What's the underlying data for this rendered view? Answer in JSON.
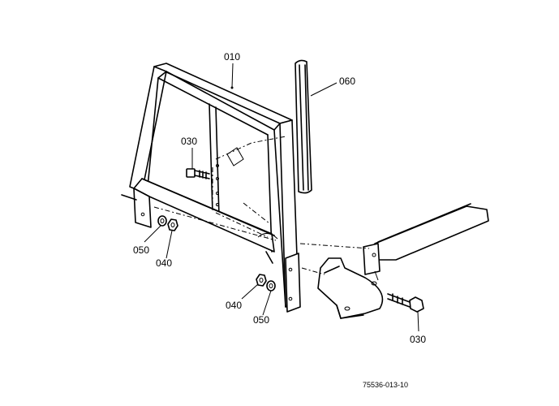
{
  "diagram": {
    "part_labels": {
      "frame": "010",
      "bolt_upper": "030",
      "bolt_lower": "030",
      "seal_strip": "060",
      "washer_left": "050",
      "nut_left": "040",
      "nut_right": "040",
      "washer_right": "050"
    },
    "drawing_code": "75536-013-10"
  }
}
